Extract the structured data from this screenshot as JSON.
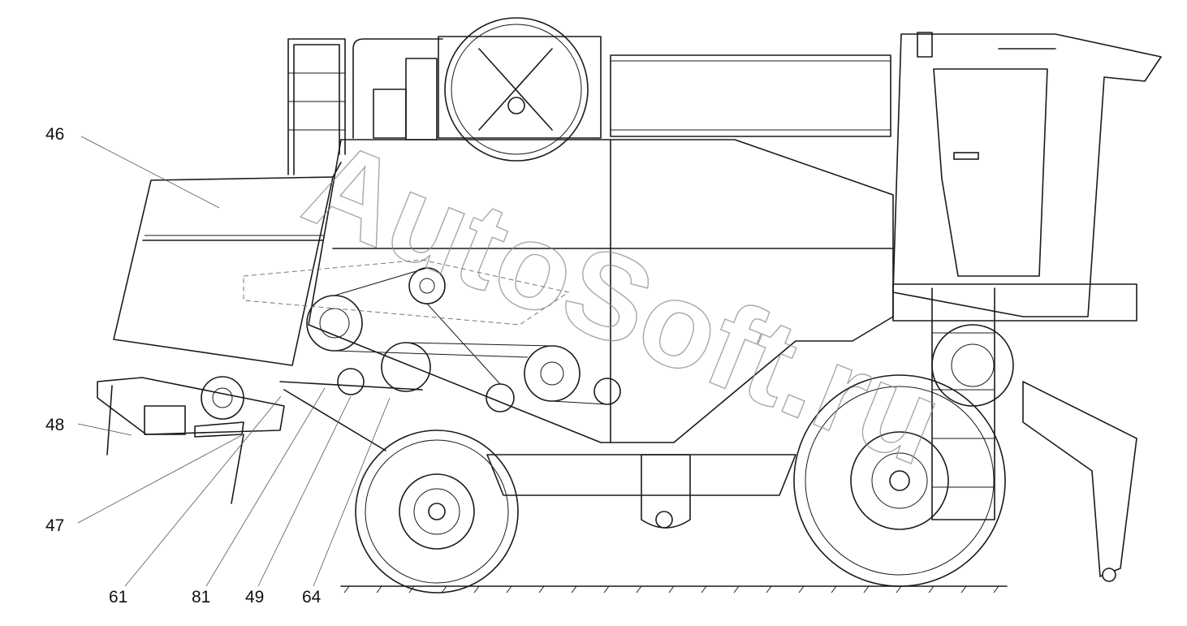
{
  "diagram": {
    "callouts": [
      {
        "id": "46",
        "label": "46"
      },
      {
        "id": "48",
        "label": "48"
      },
      {
        "id": "47",
        "label": "47"
      },
      {
        "id": "61",
        "label": "61"
      },
      {
        "id": "81",
        "label": "81"
      },
      {
        "id": "49",
        "label": "49"
      },
      {
        "id": "64",
        "label": "64"
      }
    ],
    "watermark": "AutoSoft.ru"
  }
}
